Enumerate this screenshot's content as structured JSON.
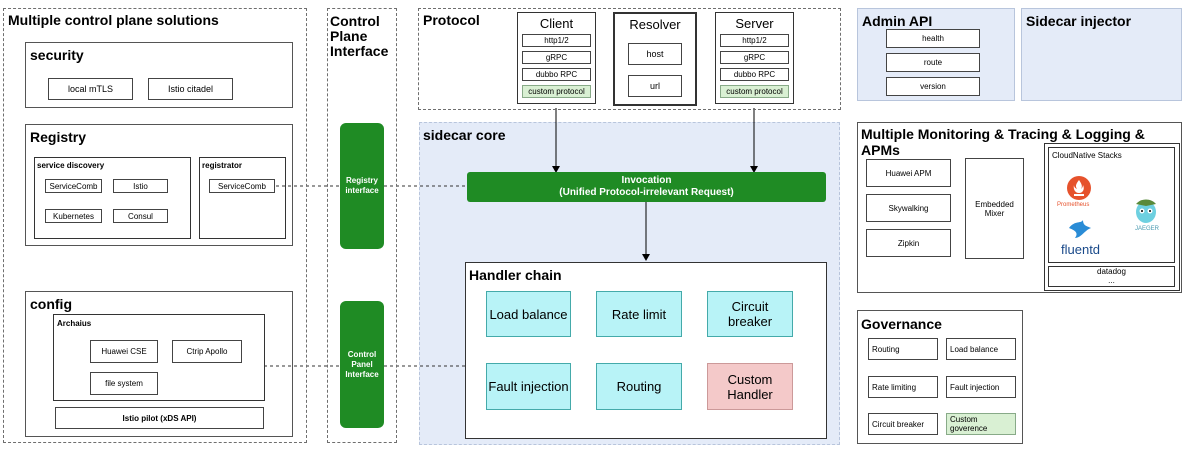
{
  "left_panel": {
    "title": "Multiple control plane solutions",
    "security": {
      "title": "security",
      "items": [
        "local mTLS",
        "Istio citadel"
      ]
    },
    "registry": {
      "title": "Registry",
      "service_discovery": {
        "title": "service discovery",
        "items": [
          "ServiceComb",
          "Istio",
          "Kubernetes",
          "Consul"
        ]
      },
      "registrator": {
        "title": "registrator",
        "items": [
          "ServiceComb"
        ]
      }
    },
    "config": {
      "title": "config",
      "archaius": {
        "title": "Archaius",
        "items": [
          "Huawei CSE",
          "Ctrip Apollo",
          "file system"
        ]
      },
      "istio_pilot": "Istio pilot (xDS API)"
    }
  },
  "control_plane_interface": {
    "title": "Control Plane Interface",
    "registry_interface": "Registry interface",
    "control_panel_interface": "Control Panel Interface"
  },
  "protocol": {
    "title": "Protocol",
    "client": {
      "title": "Client",
      "items": [
        "http1/2",
        "gRPC",
        "dubbo RPC",
        "custom protocol"
      ]
    },
    "resolver": {
      "title": "Resolver",
      "items": [
        "host",
        "url"
      ]
    },
    "server": {
      "title": "Server",
      "items": [
        "http1/2",
        "gRPC",
        "dubbo RPC",
        "custom protocol"
      ]
    }
  },
  "sidecar_core": {
    "title": "sidecar core",
    "invocation_line1": "Invocation",
    "invocation_line2": "(Unified Protocol-irrelevant Request)",
    "handler_chain": {
      "title": "Handler chain",
      "handlers": [
        "Load balance",
        "Rate limit",
        "Circuit breaker",
        "Fault injection",
        "Routing",
        "Custom Handler"
      ]
    }
  },
  "admin_api": {
    "title": "Admin API",
    "items": [
      "health",
      "route",
      "version"
    ]
  },
  "sidecar_injector": {
    "title": "Sidecar injector"
  },
  "monitoring": {
    "title": "Multiple Monitoring & Tracing & Logging & APMs",
    "items": [
      "Huawei APM",
      "Skywalking",
      "Zipkin"
    ],
    "mixer": "Embedded Mixer",
    "cloudnative": {
      "title": "CloudNative Stacks",
      "logos": [
        "Prometheus",
        "fluentd",
        "JAEGER"
      ],
      "datadog": "datadog",
      "more": "..."
    }
  },
  "governance": {
    "title": "Governance",
    "items": [
      "Routing",
      "Load balance",
      "Rate limiting",
      "Fault injection",
      "Circuit breaker",
      "Custom goverence"
    ]
  },
  "colors": {
    "green": "#1f8b24",
    "cyan": "#b8f3f7",
    "pink": "#f4c9c9",
    "blue_panel": "#e4ebf8"
  }
}
